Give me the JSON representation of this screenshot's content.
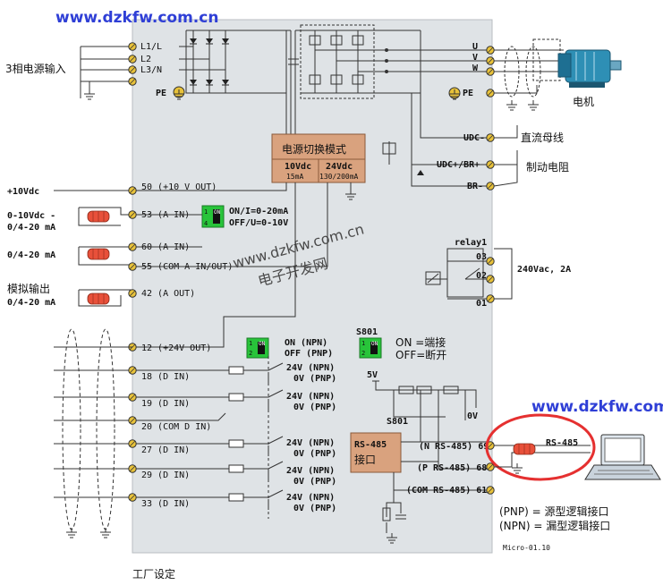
{
  "watermarks": {
    "top": "www.dzkfw.com.cn",
    "middle": "www.dzkfw.com.cn",
    "middle_cn": "电子开发网",
    "right": "www.dzkfw.com.cn"
  },
  "input": {
    "label": "3相电源输入",
    "terminals": [
      "L1/L",
      "L2",
      "L3/N"
    ],
    "pe": "PE"
  },
  "output": {
    "terminals": [
      "U",
      "V",
      "W"
    ],
    "pe": "PE",
    "motor_label": "电机"
  },
  "dc": {
    "udc_minus": "UDC-",
    "udc_plus": "UDC+/BR+",
    "br_minus": "BR-",
    "bus_label": "直流母线",
    "brake_label": "制动电阻"
  },
  "power_switch": {
    "title": "电源切换模式",
    "v10": "10Vdc",
    "v10_current": "15mA",
    "v24": "24Vdc",
    "v24_current": "130/200mA"
  },
  "left_labels": {
    "plus10": "+10Vdc",
    "ain53_a": "0-10Vdc -",
    "ain53_b": "0/4-20 mA",
    "ain60": "0/4-20 mA",
    "aout_a": "模拟输出",
    "aout_b": "0/4-20 mA"
  },
  "terminals": {
    "t50": "50 (+10 V OUT)",
    "t53": "53 (A IN)",
    "t60": "60 (A IN)",
    "t55": "55 (COM A IN/OUT)",
    "t42": "42 (A OUT)",
    "t12": "12 (+24V OUT)",
    "t18": "18 (D IN)",
    "t19": "19 (D IN)",
    "t20": "20 (COM D IN)",
    "t27": "27 (D IN)",
    "t29": "29 (D IN)",
    "t33": "33 (D IN)"
  },
  "switch_ain": {
    "pos1": "1",
    "pos2": "4",
    "on": "ON",
    "line1": "ON/I=0-20mA",
    "line2": "OFF/U=0-10V"
  },
  "switch_npn": {
    "pos1": "1",
    "pos2": "2",
    "on": "ON",
    "line1": "ON (NPN)",
    "line2": "OFF (PNP)"
  },
  "din_labels": {
    "npn": "24V (NPN)",
    "pnp": "0V (PNP)"
  },
  "relay": {
    "name": "relay1",
    "t03": "03",
    "t02": "02",
    "t01": "01",
    "rating": "240Vac, 2A"
  },
  "s801": {
    "name": "S801",
    "pos1": "1",
    "pos2": "2",
    "on": "ON",
    "on_text": "ON =端接",
    "off_text": "OFF=断开",
    "v5": "5V",
    "v0": "0V",
    "label2": "S801"
  },
  "rs485": {
    "box_line1": "RS-485",
    "box_line2": "接口",
    "t69": "(N RS-485) 69",
    "t68": "(P RS-485) 68",
    "t61": "(COM RS-485) 61",
    "pc_label": "RS-485"
  },
  "legend": {
    "pnp": "(PNP) = 源型逻辑接口",
    "npn": "(NPN) = 漏型逻辑接口"
  },
  "footer": {
    "code": "Micro-01.10",
    "factory": "工厂设定"
  },
  "colors": {
    "panel": "#dfe3e6",
    "power_box": "#d9a27e",
    "switch_green": "#28c43a",
    "ferrite": "#e8503a",
    "terminal": "#e8c23a",
    "watermark": "#2f3fd6",
    "highlight_circle": "#e53030"
  }
}
